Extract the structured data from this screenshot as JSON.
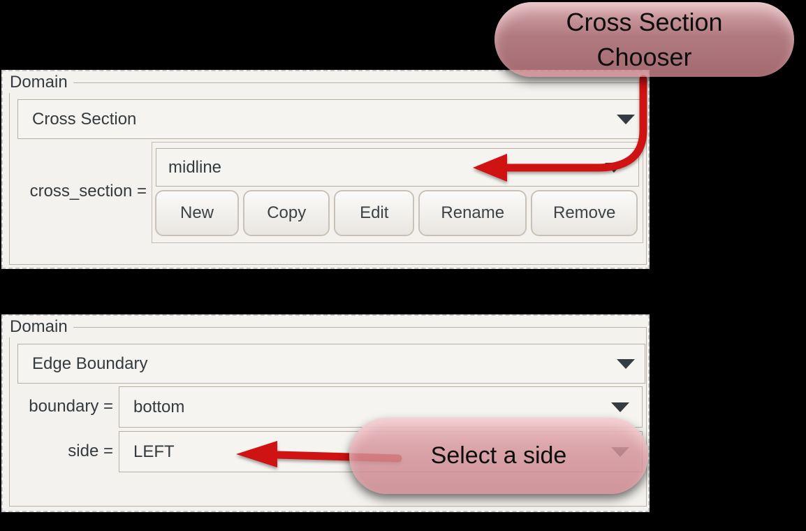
{
  "panel_top": {
    "frame_label": "Domain",
    "domain_combo_value": "Cross Section",
    "param_label": "cross_section =",
    "cross_section_value": "midline",
    "buttons": [
      "New",
      "Copy",
      "Edit",
      "Rename",
      "Remove"
    ]
  },
  "panel_bottom": {
    "frame_label": "Domain",
    "domain_combo_value": "Edge Boundary",
    "row1_label": "boundary =",
    "row1_value": "bottom",
    "row2_label": "side =",
    "row2_value": "LEFT"
  },
  "callouts": {
    "cross_section_chooser_line1": "Cross Section",
    "cross_section_chooser_line2": "Chooser",
    "select_side_text": "Select a side"
  },
  "colors": {
    "arrow_red": "#ce1312",
    "callout_pink": "#d09096",
    "panel_background": "#f4f2ee",
    "border_tan": "#b9b1a3",
    "text_dark": "#363d42"
  }
}
